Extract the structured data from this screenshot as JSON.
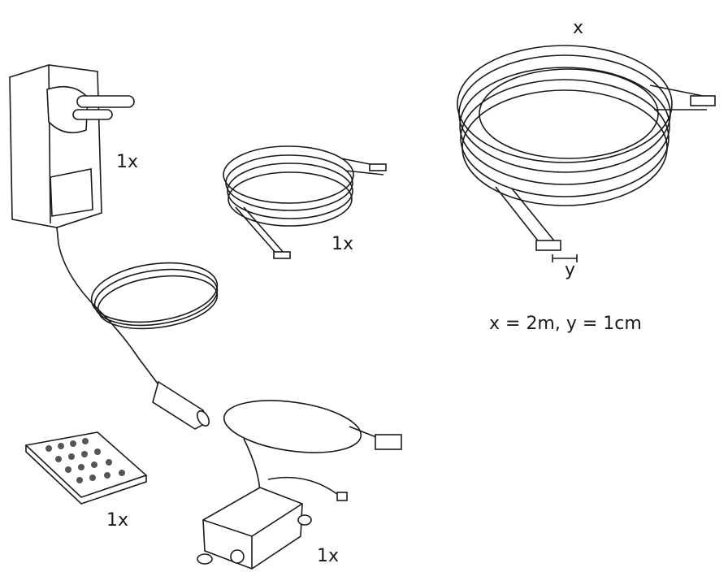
{
  "labels": {
    "adapter_qty": "1x",
    "short_strip_qty": "1x",
    "remote_qty": "1x",
    "controller_qty": "1x",
    "dim_x": "x",
    "dim_y": "y",
    "dimensions_note": "x = 2m, y = 1cm"
  }
}
